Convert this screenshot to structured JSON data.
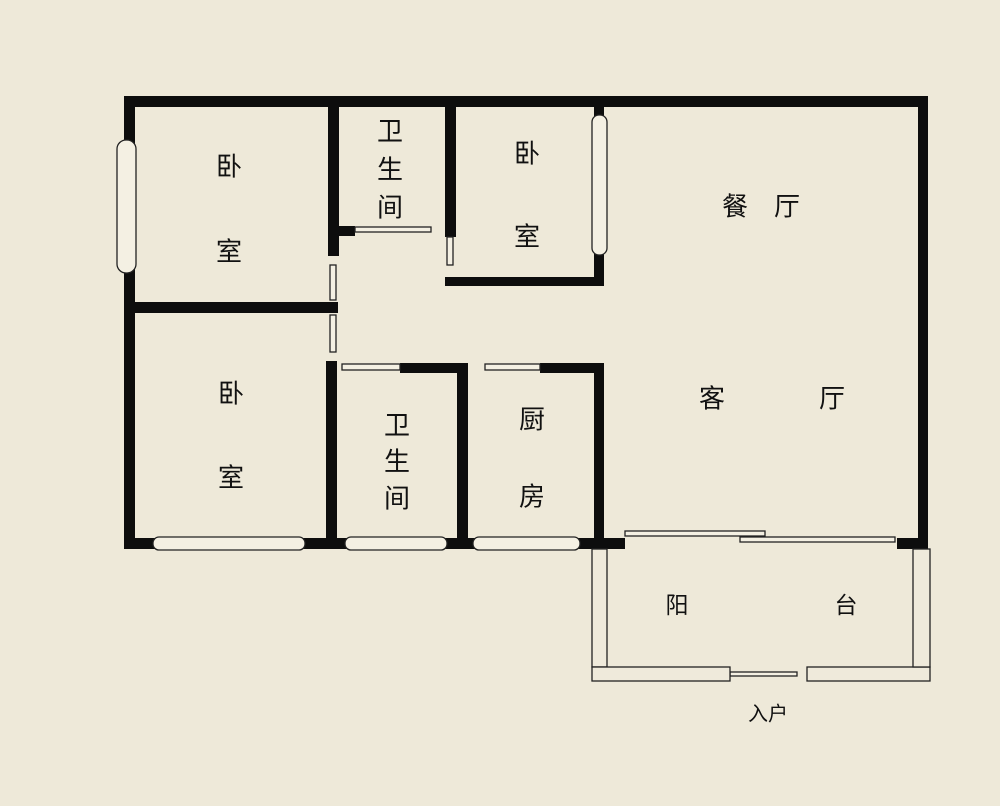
{
  "colors": {
    "background": "#eee9d9",
    "wall": "#0d0d0d",
    "window_fill": "#f4f0e3"
  },
  "rooms": {
    "bedroom_top_left": [
      "卧",
      "室"
    ],
    "bathroom_top": [
      "卫",
      "生",
      "间"
    ],
    "bedroom_top_middle": [
      "卧",
      "室"
    ],
    "dining": [
      "餐",
      "厅"
    ],
    "living": [
      "客",
      "厅"
    ],
    "bedroom_bottom_left": [
      "卧",
      "室"
    ],
    "bathroom_bottom": [
      "卫",
      "生",
      "间"
    ],
    "kitchen": [
      "厨",
      "房"
    ],
    "balcony": [
      "阳",
      "台"
    ]
  },
  "entrance": "入户"
}
